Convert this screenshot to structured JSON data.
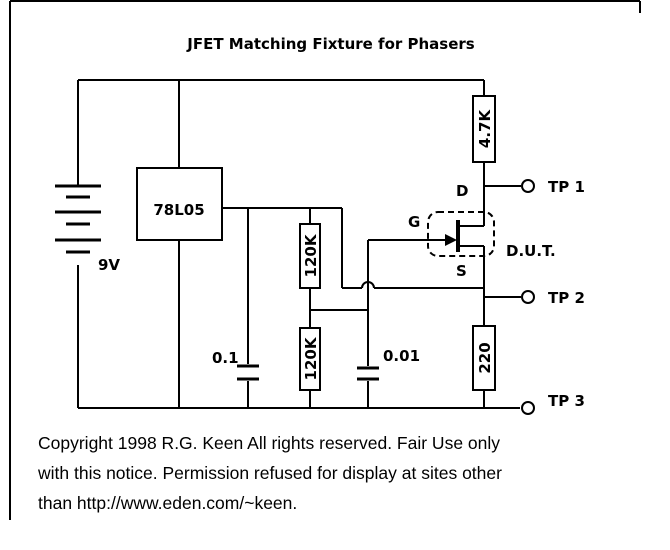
{
  "title": "JFET Matching Fixture for Phasers",
  "labels": {
    "battery": "9V",
    "regulator": "78L05",
    "r_top_divider": "120K",
    "r_bottom_divider": "120K",
    "r_drain": "4.7K",
    "r_source": "220",
    "c_regulator": "0.1",
    "c_bias": "0.01",
    "drain_pin": "D",
    "gate_pin": "G",
    "source_pin": "S",
    "dut": "D.U.T.",
    "tp1": "TP 1",
    "tp2": "TP 2",
    "tp3": "TP 3"
  },
  "notice": {
    "line1": "Copyright 1998 R.G. Keen  All rights reserved.  Fair Use only",
    "line2": "with this notice. Permission refused for display at sites other",
    "line3": "than http://www.eden.com/~keen."
  }
}
